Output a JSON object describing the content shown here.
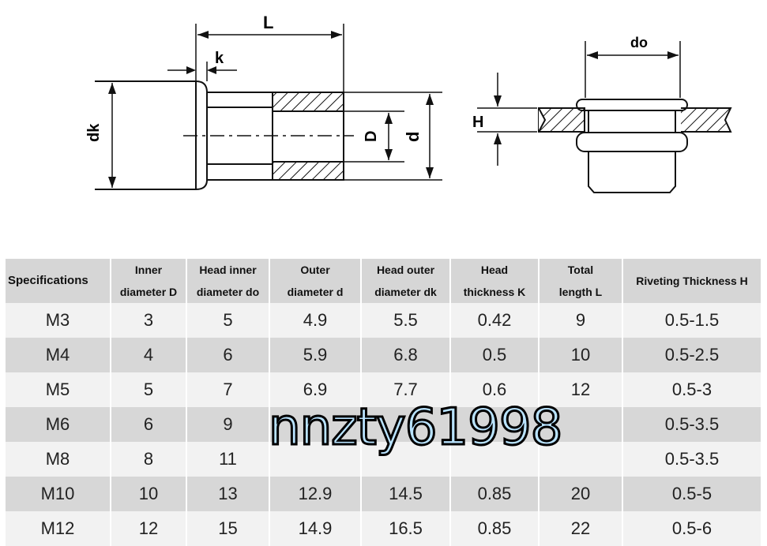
{
  "drawing": {
    "label_L": "L",
    "label_k": "k",
    "label_dk": "dk",
    "label_D": "D",
    "label_d": "d",
    "label_do": "do",
    "label_H": "H"
  },
  "table": {
    "headers": [
      [
        "Specifications"
      ],
      [
        "Inner",
        "diameter D"
      ],
      [
        "Head inner",
        "diameter do"
      ],
      [
        "Outer",
        "diameter d"
      ],
      [
        "Head outer",
        "diameter dk"
      ],
      [
        "Head",
        "thickness K"
      ],
      [
        "Total",
        "length L"
      ],
      [
        "Riveting Thickness H"
      ]
    ],
    "rows": [
      [
        "M3",
        "3",
        "5",
        "4.9",
        "5.5",
        "0.42",
        "9",
        "0.5-1.5"
      ],
      [
        "M4",
        "4",
        "6",
        "5.9",
        "6.8",
        "0.5",
        "10",
        "0.5-2.5"
      ],
      [
        "M5",
        "5",
        "7",
        "6.9",
        "7.7",
        "0.6",
        "12",
        "0.5-3"
      ],
      [
        "M6",
        "6",
        "9",
        "",
        "",
        "",
        "",
        "0.5-3.5"
      ],
      [
        "M8",
        "8",
        "11",
        "",
        "",
        "",
        "",
        "0.5-3.5"
      ],
      [
        "M10",
        "10",
        "13",
        "12.9",
        "14.5",
        "0.85",
        "20",
        "0.5-5"
      ],
      [
        "M12",
        "12",
        "15",
        "14.9",
        "16.5",
        "0.85",
        "22",
        "0.5-6"
      ]
    ]
  },
  "watermark": "nnzty61998"
}
